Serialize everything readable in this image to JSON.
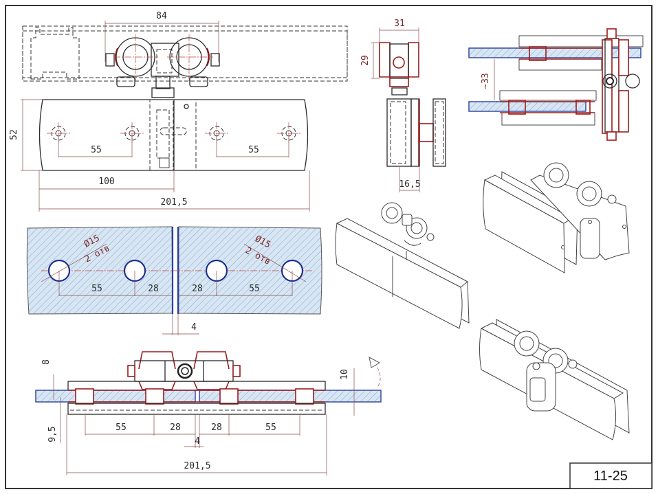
{
  "drawing": {
    "sheet_code": "11-25",
    "colors": {
      "outline": "#2a2a2a",
      "fitting_section": "#9b1b1b",
      "glass_edge": "#2b3f9e",
      "glass_hatch": "#a9c4e0",
      "centerline": "#c04040"
    },
    "views": {
      "front": {
        "dim_roller_span": "84",
        "dim_height": "52",
        "dim_hole_spacing_left": "55",
        "dim_hole_spacing_right": "55",
        "dim_half_length": "100",
        "dim_total_length": "201,5"
      },
      "side": {
        "dim_roller_width": "31",
        "dim_roller_height": "29",
        "dim_clamp_width": "16,5"
      },
      "top_section": {
        "dim_glass_gap": "~33"
      },
      "glass_layout": {
        "hole_label_left_1": "Ø15",
        "hole_label_left_2": "2 отв",
        "hole_label_right_1": "Ø15",
        "hole_label_right_2": "2 отв",
        "dim_spacing_left": "55",
        "dim_edge_left": "28",
        "dim_edge_right": "28",
        "dim_spacing_right": "55",
        "dim_gap": "4"
      },
      "bottom_section": {
        "dim_top_offset": "8",
        "dim_bottom_offset": "9,5",
        "dim_glass_thickness": "10",
        "dim_spacing_left": "55",
        "dim_edge_left": "28",
        "dim_edge_right": "28",
        "dim_spacing_right": "55",
        "dim_gap": "4",
        "dim_total_length": "201,5"
      }
    },
    "isometric_views": [
      "iso-view-1",
      "iso-view-2",
      "iso-view-3"
    ]
  }
}
